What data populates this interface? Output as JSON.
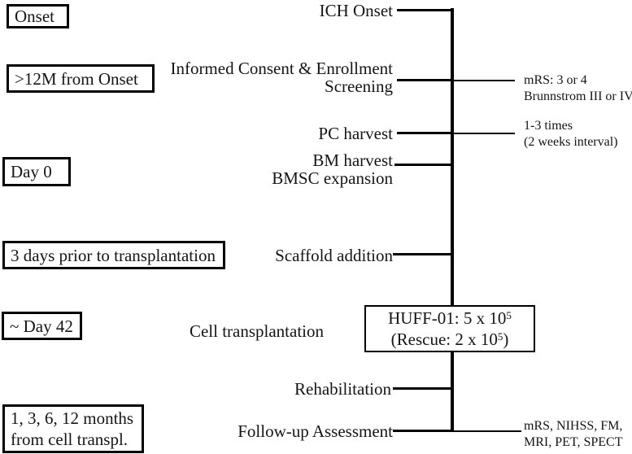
{
  "colors": {
    "line": "#000000",
    "text": "#151515",
    "background": "#ffffff"
  },
  "left_boxes": [
    {
      "id": "onset",
      "lines": [
        "Onset"
      ]
    },
    {
      "id": "gt12m",
      "lines": [
        ">12M from Onset"
      ]
    },
    {
      "id": "day0",
      "lines": [
        "Day 0"
      ]
    },
    {
      "id": "prior3d",
      "lines": [
        "3 days prior to transplantation"
      ]
    },
    {
      "id": "day42",
      "lines": [
        "~ Day 42"
      ]
    },
    {
      "id": "followup-months",
      "lines": [
        "1, 3, 6, 12 months",
        "from cell transpl."
      ]
    }
  ],
  "events": [
    {
      "id": "ich-onset",
      "lines": [
        "ICH Onset"
      ]
    },
    {
      "id": "consent-screening",
      "lines": [
        "Informed Consent & Enrollment",
        "Screening"
      ]
    },
    {
      "id": "pc-harvest",
      "lines": [
        "PC harvest"
      ]
    },
    {
      "id": "bm-harvest",
      "lines": [
        "BM harvest",
        "BMSC expansion"
      ]
    },
    {
      "id": "scaffold",
      "lines": [
        "Scaffold addition"
      ]
    },
    {
      "id": "cell-transplantation",
      "lines": [
        "Cell transplantation"
      ]
    },
    {
      "id": "rehabilitation",
      "lines": [
        "Rehabilitation"
      ]
    },
    {
      "id": "followup-assessment",
      "lines": [
        "Follow-up Assessment"
      ]
    }
  ],
  "annotations": [
    {
      "id": "screening-criteria",
      "lines": [
        "mRS: 3 or 4",
        "Brunnstrom III or IV"
      ]
    },
    {
      "id": "pc-harvest-schedule",
      "lines": [
        "1-3 times",
        "(2 weeks interval)"
      ]
    },
    {
      "id": "assessment-tools",
      "lines": [
        "mRS, NIHSS, FM,",
        "MRI, PET, SPECT"
      ]
    }
  ],
  "dose_box": {
    "line1_base": "HUFF-01: 5 x 10",
    "line1_sup": "5",
    "line2_base": "(Rescue: 2 x 10",
    "line2_sup": "5",
    "line2_close": ")"
  }
}
